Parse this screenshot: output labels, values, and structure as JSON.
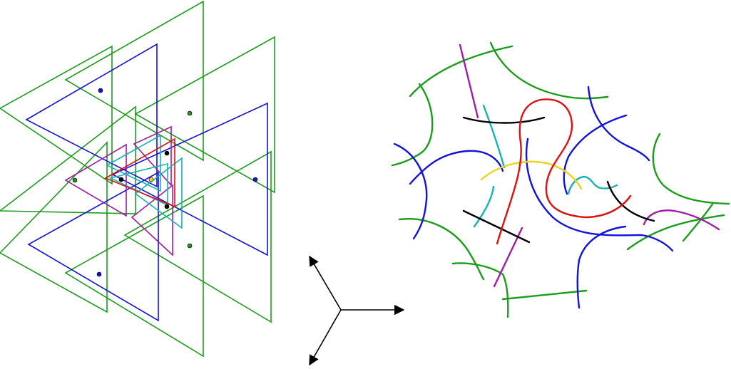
{
  "colors": {
    "green": "#1a9e1a",
    "blue": "#1212e0",
    "magenta": "#a11aa8",
    "cyan": "#16b3b3",
    "red": "#e01010",
    "black": "#000000",
    "yellow": "#f0d21c",
    "dot_blue": "#1212e0",
    "dot_green": "#2e8b2e",
    "dot_black": "#000000",
    "dot_yellow": "#f0d21c"
  },
  "panels": {
    "left": {
      "content": "nested-triangle-arrangement"
    },
    "center": {
      "content": "three-direction-axes"
    },
    "right": {
      "content": "colored-curve-arrangement"
    }
  }
}
